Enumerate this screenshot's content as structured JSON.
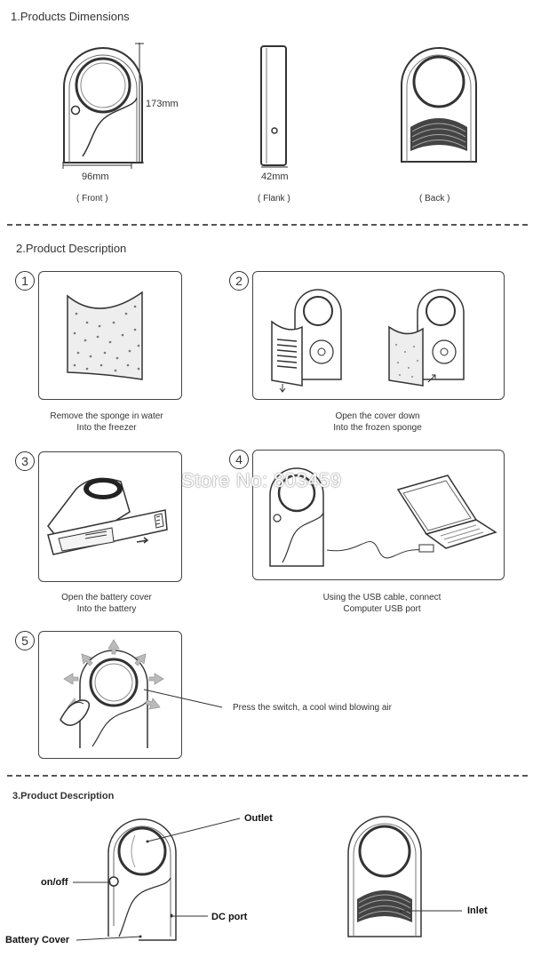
{
  "section1": {
    "title": "1.Products Dimensions",
    "height_label": "173mm",
    "width_label": "96mm",
    "depth_label": "42mm",
    "captions": [
      "( Front )",
      "( Flank )",
      "( Back )"
    ]
  },
  "section2": {
    "title": "2.Product Description",
    "steps": [
      {
        "num": "1",
        "caption_l1": "Remove the sponge  in water",
        "caption_l2": "Into the freezer"
      },
      {
        "num": "2",
        "caption_l1": "Open the cover down",
        "caption_l2": "Into the frozen sponge"
      },
      {
        "num": "3",
        "caption_l1": "Open the battery cover",
        "caption_l2": "Into the battery"
      },
      {
        "num": "4",
        "caption_l1": "Using the USB cable, connect",
        "caption_l2": "Computer USB port"
      },
      {
        "num": "5",
        "caption_l1": "Press the switch, a cool wind blowing air"
      }
    ]
  },
  "watermark": "Store No: 803459",
  "section3": {
    "title": "3.Product Description",
    "labels": {
      "outlet": "Outlet",
      "onoff": "on/off",
      "dc_port": "DC port",
      "battery_cover": "Battery Cover",
      "inlet": "Inlet"
    }
  }
}
